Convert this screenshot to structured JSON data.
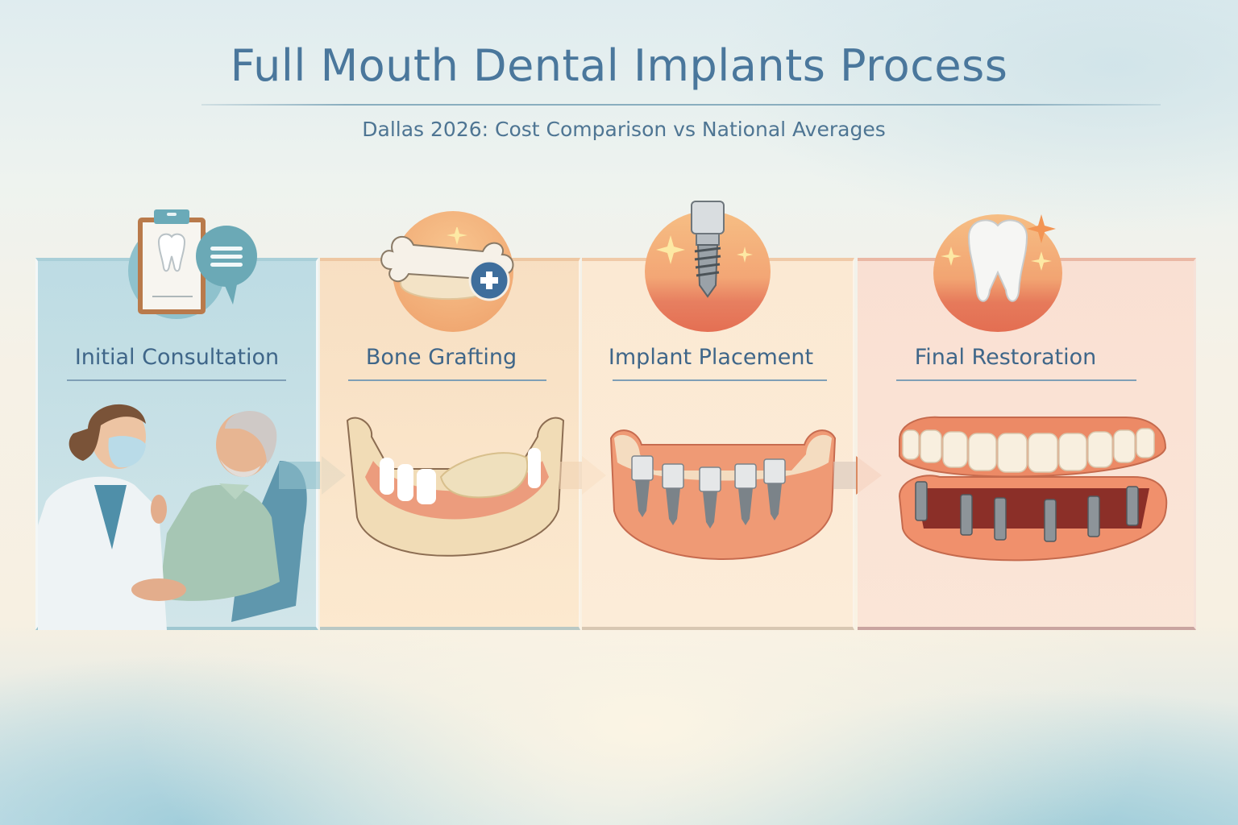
{
  "header": {
    "title": "Full Mouth Dental Implants Process",
    "subtitle": "Dallas 2026: Cost Comparison vs National Averages"
  },
  "steps": [
    {
      "label": "Initial Consultation",
      "icon": "clipboard-tooth-chat-icon",
      "illustration": "dentist-patient-consultation",
      "color": "#a9cfd8"
    },
    {
      "label": "Bone Grafting",
      "icon": "bone-plus-icon",
      "illustration": "jaw-bone-graft",
      "color": "#f3b785"
    },
    {
      "label": "Implant Placement",
      "icon": "implant-screw-icon",
      "illustration": "jaw-with-implants",
      "color": "#f0a87c"
    },
    {
      "label": "Final Restoration",
      "icon": "sparkling-tooth-icon",
      "illustration": "full-arch-denture-on-implants",
      "color": "#eea17c"
    }
  ],
  "colors": {
    "title": "#4a779c",
    "label": "#3f6689",
    "arrow_1": "#6fa3b3",
    "arrow_2": "#e3b07e",
    "arrow_3": "#d98a62"
  }
}
